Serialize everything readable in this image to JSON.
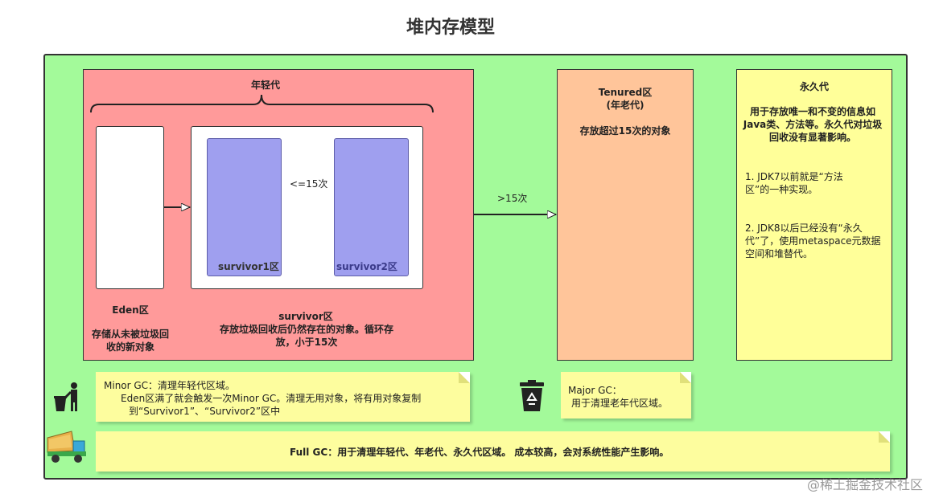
{
  "title": "堆内存模型",
  "young": {
    "label": "年轻代",
    "eden_title": "Eden区",
    "eden_desc": "存储从未被垃圾回收的新对象",
    "survivor1": "survivor1区",
    "survivor2": "survivor2区",
    "swap_label": "<=15次",
    "survivor_title": "survivor区",
    "survivor_desc": "存放垃圾回收后仍然存在的对象。循环存放，小于15次"
  },
  "promote_label": ">15次",
  "tenured": {
    "title": "Tenured区",
    "subtitle": "(年老代)",
    "desc": "存放超过15次的对象"
  },
  "permanent": {
    "title": "永久代",
    "desc": "用于存放唯一和不变的信息如Java类、方法等。永久代对垃圾回收没有显著影响。",
    "note1": "1. JDK7以前就是“方法区”的一种实现。",
    "note2": "2. JDK8以后已经没有“永久代”了，使用metaspace元数据空间和堆替代。"
  },
  "minor_gc": {
    "line1": "Minor GC：清理年轻代区域。",
    "line2": "Eden区满了就会触发一次Minor GC。清理无用对象，将有用对象复制",
    "line3": "到“Survivor1”、“Survivor2”区中"
  },
  "major_gc": {
    "line1": "Major GC：",
    "line2": "用于清理老年代区域。"
  },
  "full_gc": {
    "text": "Full GC：用于清理年轻代、年老代、永久代区域。 成本较高，会对系统性能产生影响。"
  },
  "watermark": "@稀土掘金技术社区",
  "colors": {
    "outer_bg": "#a3fa9a",
    "young_bg": "#ff9a9a",
    "survivor_bg": "#9f9fef",
    "tenured_bg": "#ffc59a",
    "perm_bg": "#ffff99",
    "note_bg": "#fdfd9e"
  },
  "icons": {
    "minor": "person-trash-icon",
    "major": "recycle-bin-icon",
    "full": "garbage-truck-icon"
  }
}
